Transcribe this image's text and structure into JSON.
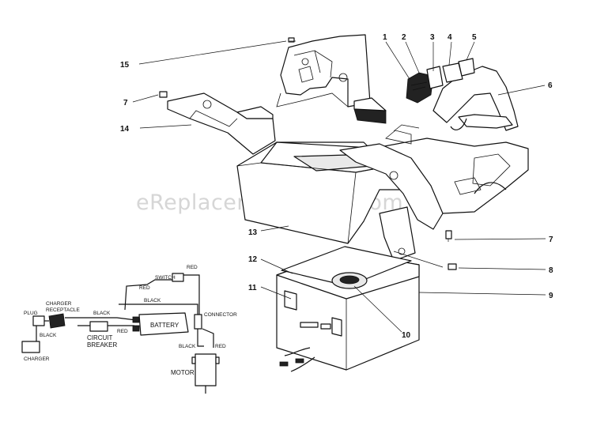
{
  "watermark": "eReplacementParts.com",
  "callouts": [
    "1",
    "2",
    "3",
    "4",
    "5",
    "6",
    "7",
    "8",
    "9",
    "10",
    "11",
    "12",
    "13",
    "14",
    "15"
  ],
  "callout_7_left": "7",
  "wiring": {
    "switch": "SWITCH",
    "red_top": "RED",
    "red_left": "RED",
    "black_top": "BLACK",
    "charger_receptacle_line1": "CHARGER",
    "charger_receptacle_line2": "RECEPTACLE",
    "black_left": "BLACK",
    "plug": "PLUG",
    "battery": "BATTERY",
    "connector": "CONNECTOR",
    "red_mid": "RED",
    "circuit_breaker_line1": "CIRCUIT",
    "circuit_breaker_line2": "BREAKER",
    "black_charger": "BLACK",
    "charger": "CHARGER",
    "black_motor": "BLACK",
    "red_motor": "RED",
    "motor": "MOTOR"
  }
}
